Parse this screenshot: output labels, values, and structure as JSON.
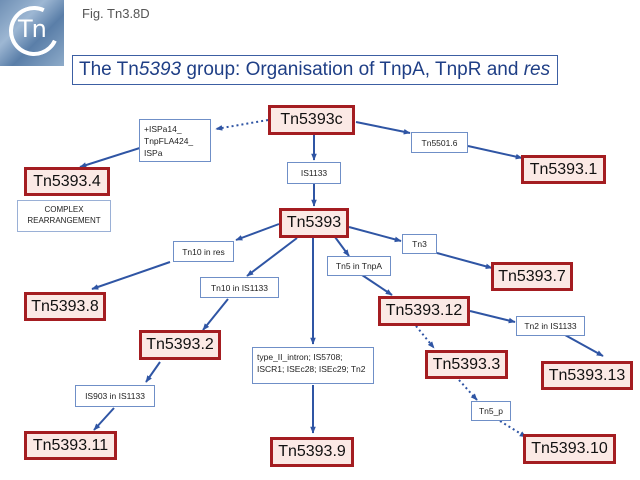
{
  "header": {
    "logo_text": "Tn",
    "fig_label": "Fig. Tn3.8D",
    "title_parts": [
      "The Tn",
      "5393",
      " group: Organisation of TnpA, TnpR and ",
      "res"
    ]
  },
  "nodes": {
    "tn5393c": "Tn5393c",
    "tn5393_4": "Tn5393.4",
    "tn5393_1": "Tn5393.1",
    "tn5393": "Tn5393",
    "tn5393_7": "Tn5393.7",
    "tn5393_8": "Tn5393.8",
    "tn5393_12": "Tn5393.12",
    "tn5393_2": "Tn5393.2",
    "tn5393_3": "Tn5393.3",
    "tn5393_13": "Tn5393.13",
    "tn5393_11": "Tn5393.11",
    "tn5393_9": "Tn5393.9",
    "tn5393_10": "Tn5393.10"
  },
  "edge_labels": {
    "ispa": "+ISPa14_ TnpFLA424_ ISPa",
    "tn5501": "Tn5501.6",
    "is1133": "IS1133",
    "tn10_res": "Tn10 in res",
    "tn3": "Tn3",
    "tn5_tnpa": "Tn5 in TnpA",
    "tn10_is1133": "Tn10 in IS1133",
    "tn2_is1133": "Tn2 in IS1133",
    "type2": "type_II_intron; IS5708; ISCR1; ISEc28; ISEc29; Tn2",
    "is903": "IS903 in IS1133",
    "tn5p": "Tn5_p"
  },
  "notes": {
    "complex": "COMPLEX REARRANGEMENT"
  },
  "colors": {
    "node_border": "#a41d21",
    "node_fill": "#fbe9e5",
    "arrow": "#2f55a4",
    "label_border": "#6f8fc7",
    "title": "#1f3f86"
  }
}
